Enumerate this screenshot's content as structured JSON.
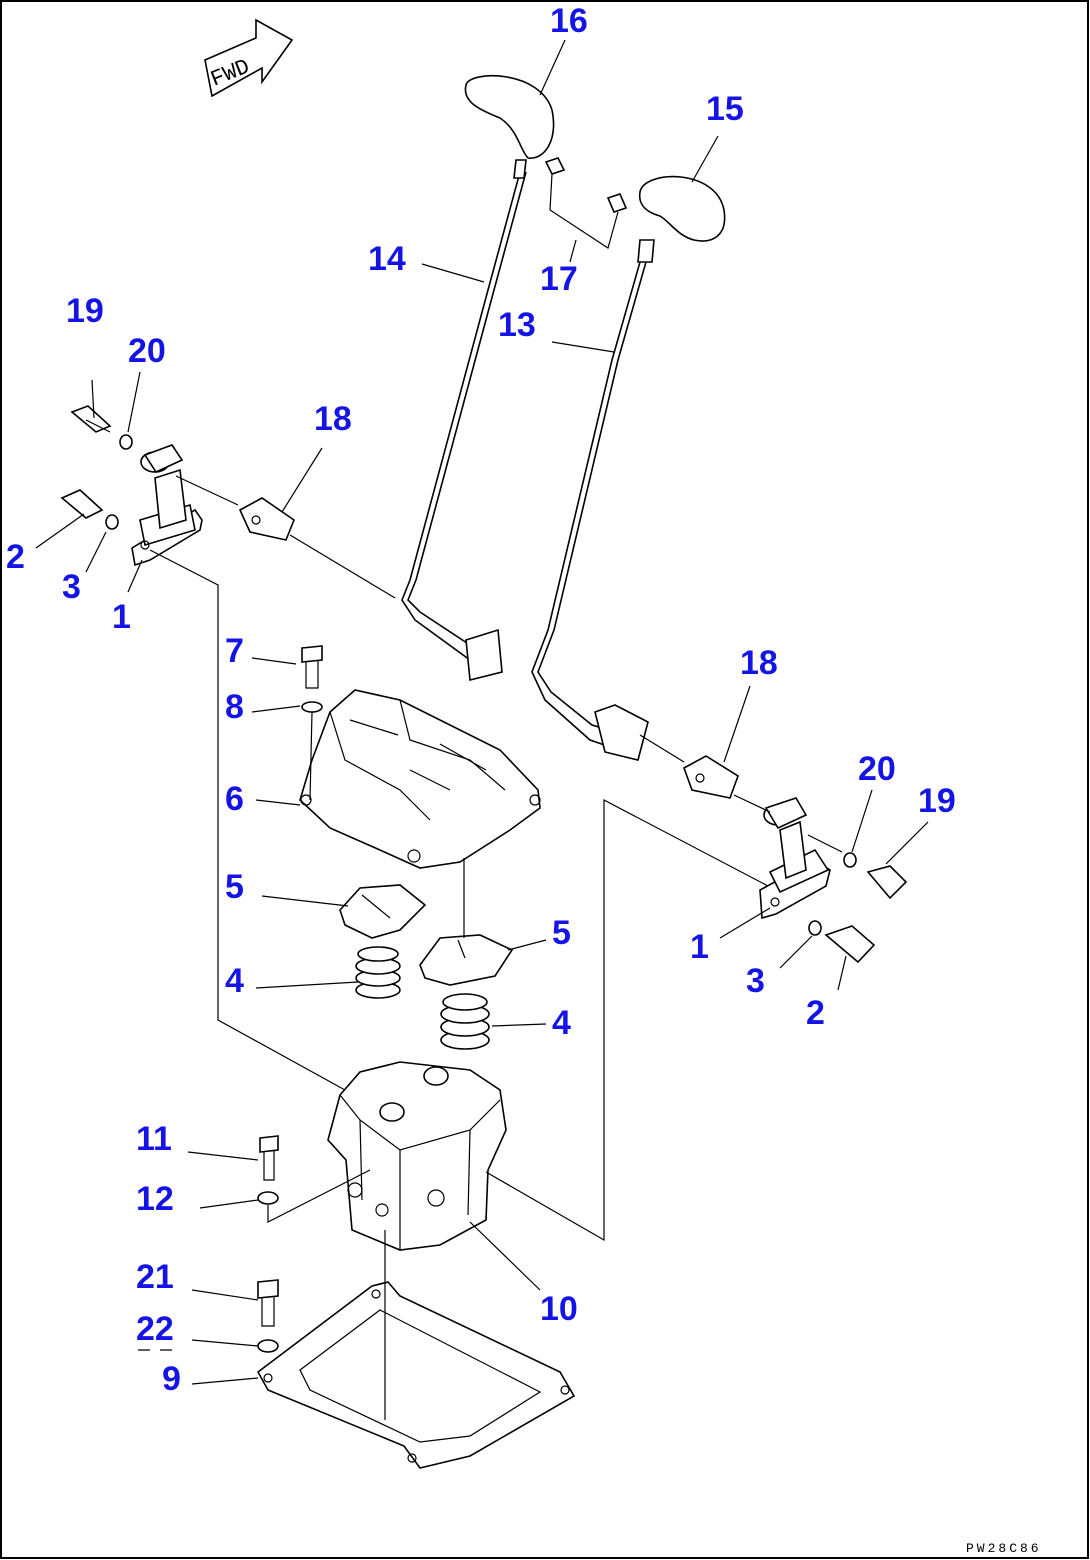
{
  "diagram": {
    "direction_label": "FWD",
    "drawing_code": "PW28C86",
    "callouts": {
      "c16": "16",
      "c15": "15",
      "c14": "14",
      "c17": "17",
      "c13": "13",
      "c19a": "19",
      "c20a": "20",
      "c18a": "18",
      "c2a": "2",
      "c3a": "3",
      "c1a": "1",
      "c7": "7",
      "c8": "8",
      "c6": "6",
      "c5a": "5",
      "c5b": "5",
      "c4a": "4",
      "c4b": "4",
      "c18b": "18",
      "c20b": "20",
      "c19b": "19",
      "c1b": "1",
      "c3b": "3",
      "c2b": "2",
      "c11": "11",
      "c12": "12",
      "c10": "10",
      "c21": "21",
      "c22": "22",
      "c9": "9"
    },
    "colors": {
      "callout": "#1414e6",
      "line": "#000000",
      "background": "#ffffff"
    }
  }
}
